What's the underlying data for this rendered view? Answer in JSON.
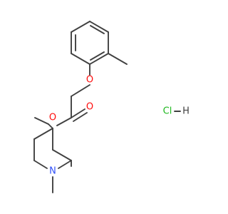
{
  "molecule": {
    "atom_labels": {
      "ether_oxygen": "O",
      "ester_oxygen": "O",
      "carbonyl_oxygen": "O",
      "ring_nitrogen": "N",
      "chloride": "Cl",
      "hydrogen": "H"
    },
    "colors": {
      "oxygen": "#ff0d0d",
      "nitrogen": "#3050f8",
      "chlorine": "#1fb81f",
      "hydrogen": "#404040",
      "bond": "#404040"
    }
  }
}
